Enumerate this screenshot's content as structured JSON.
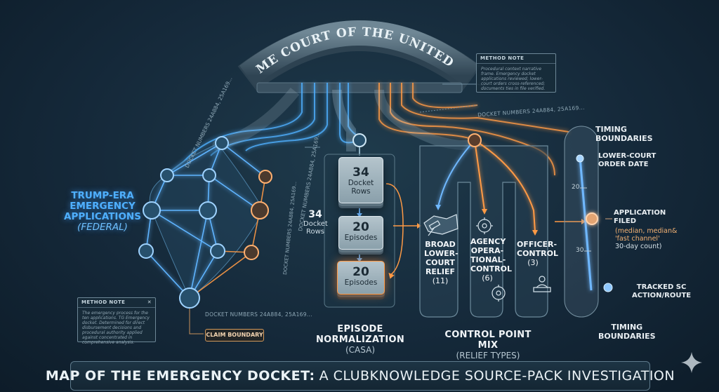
{
  "arch": {
    "title": "SUPREME COURT OF THE UNITED STATES"
  },
  "method_note_top": {
    "title": "METHOD NOTE",
    "body": "Procedural context narrative frame. Emergency docket applications reviewed; lower-court orders cross-referenced; documents ties in file verified."
  },
  "method_note_left": {
    "title": "METHOD NOTE",
    "body": "The emergency process for the ten applications. TG Emergency docket. Determined for direct disbursement decisions and procedural authority applied against concentrated in comprehensive analysis."
  },
  "docket_labels": {
    "top_left": "DOCKET NUMBERS 24A884, 25A169...",
    "top_right": "DOCKET NUMBERS 24A884, 25A169...",
    "middle_vertical": "DOCKET NUMBERS 24A884, 25A169...",
    "left_vertical": "DOCKET NUMBERS 24A884, 25A169...",
    "bottom": "DOCKET NUMBERS 24A884, 25A169..."
  },
  "left_cluster": {
    "line1": "TRUMP-ERA",
    "line2": "EMERGENCY",
    "line3": "APPLICATIONS",
    "line4": "(FEDERAL)"
  },
  "claim_boundary": "CLAIM BOUNDARY",
  "episode": {
    "card1_num": "34",
    "card1_label": "Docket Rows",
    "card2_num": "20",
    "card2_label": "Episodes",
    "card3_num": "20",
    "card3_label": "Episodes",
    "side_num": "34",
    "side_label": "Docket Rows",
    "heading1": "EPISODE",
    "heading2": "NORMALIZATION",
    "sub": "(CASA)"
  },
  "control": {
    "broad_1": "BROAD",
    "broad_2": "LOWER-",
    "broad_3": "COURT",
    "broad_4": "RELIEF",
    "broad_count": "(11)",
    "agency_1": "AGENCY",
    "agency_2": "OPERA-",
    "agency_3": "TIONAL-",
    "agency_4": "CONTROL",
    "agency_count": "(6)",
    "officer_1": "OFFICER-",
    "officer_2": "CONTROL",
    "officer_count": "(3)",
    "heading": "CONTROL POINT MIX",
    "sub": "(RELIEF TYPES)"
  },
  "timing": {
    "top_1": "TIMING",
    "top_2": "BOUNDARIES",
    "lower_1": "LOWER-COURT",
    "lower_2": "ORDER DATE",
    "tick_20": "20",
    "tick_30": "30",
    "filed_1": "APPLICATION",
    "filed_2": "FILED",
    "filed_note_1": "(median, median&",
    "filed_note_2": "'fast channel'",
    "filed_note_3": "30-day count)",
    "tracked_1": "TRACKED SC",
    "tracked_2": "ACTION/ROUTE",
    "bottom_1": "TIMING",
    "bottom_2": "BOUNDARIES"
  },
  "banner": {
    "bold": "MAP OF THE EMERGENCY DOCKET:",
    "rest": "A CLUBKNOWLEDGE SOURCE-PACK INVESTIGATION"
  },
  "colors": {
    "blue": "#4fb0ff",
    "orange": "#ff9a45",
    "bg": "#15293a"
  }
}
